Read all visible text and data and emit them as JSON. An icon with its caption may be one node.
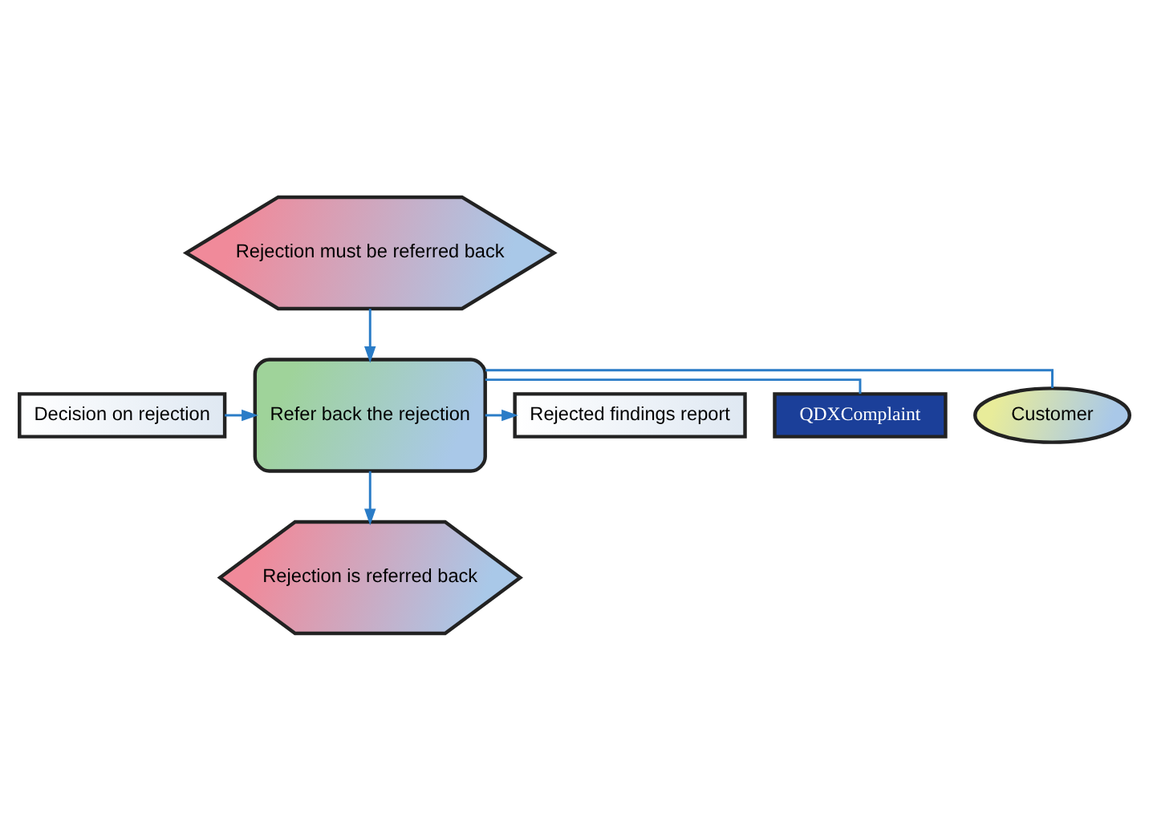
{
  "diagram": {
    "nodes": [
      {
        "text": [
          "Rejection must be referred back"
        ]
      },
      {
        "text": [
          "Decision on rejection"
        ]
      },
      {
        "text": [
          "Refer back the rejection"
        ]
      },
      {
        "text": [
          "Customer"
        ]
      },
      {
        "text": [
          "QDXComplaint"
        ]
      },
      {
        "text": [
          "Rejected findings report"
        ]
      },
      {
        "text": [
          "Rejection is referred back"
        ]
      }
    ],
    "edges": [
      {
        "from": 0,
        "to": 2,
        "arrow": "to"
      },
      {
        "from": 1,
        "to": 2,
        "arrow": "to"
      },
      {
        "from": 2,
        "to": 5,
        "arrow": "to"
      },
      {
        "from": 2,
        "to": 3,
        "arrow": "none"
      },
      {
        "from": 2,
        "to": 4,
        "arrow": "none"
      },
      {
        "from": 2,
        "to": 6,
        "arrow": "to"
      }
    ]
  }
}
